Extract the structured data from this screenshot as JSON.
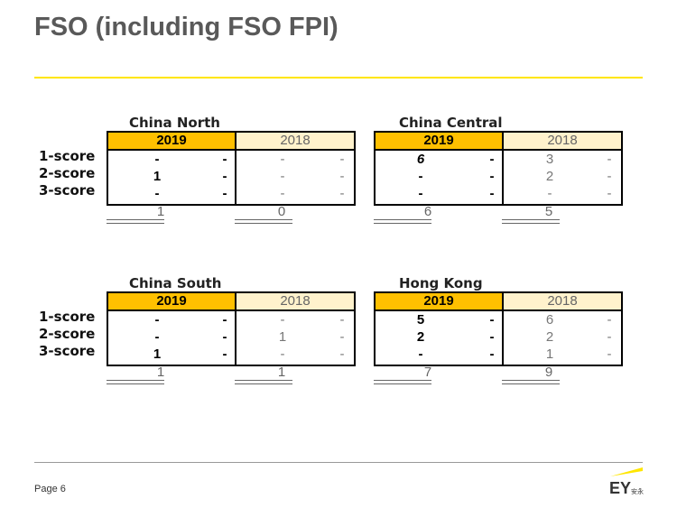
{
  "title": "FSO (including FSO FPI)",
  "footer": {
    "page": "Page 6",
    "logo": "EY 安永"
  },
  "row_labels": [
    "1-score",
    "2-score",
    "3-score"
  ],
  "year_current": "2019",
  "year_prior": "2018",
  "colors": {
    "accent": "#ffc000",
    "prior_header": "#fff2cc",
    "rule": "#ffe600"
  },
  "regions": [
    {
      "name": "China North",
      "y2019": [
        "-",
        "1",
        "-"
      ],
      "y2019_b": [
        "-",
        "-",
        "-"
      ],
      "y2018": [
        "-",
        "-",
        "-"
      ],
      "y2018_b": [
        "-",
        "-",
        "-"
      ],
      "total2019": "1",
      "total2018": "0"
    },
    {
      "name": "China Central",
      "y2019": [
        "6",
        "-",
        "-"
      ],
      "y2019_b": [
        "-",
        "-",
        "-"
      ],
      "y2018": [
        "3",
        "2",
        "-"
      ],
      "y2018_b": [
        "-",
        "-",
        "-"
      ],
      "total2019": "6",
      "total2018": "5"
    },
    {
      "name": "China South",
      "y2019": [
        "-",
        "-",
        "1"
      ],
      "y2019_b": [
        "-",
        "-",
        "-"
      ],
      "y2018": [
        "-",
        "1",
        "-"
      ],
      "y2018_b": [
        "-",
        "-",
        "-"
      ],
      "total2019": "1",
      "total2018": "1"
    },
    {
      "name": "Hong Kong",
      "y2019": [
        "5",
        "2",
        "-"
      ],
      "y2019_b": [
        "-",
        "-",
        "-"
      ],
      "y2018": [
        "6",
        "2",
        "1"
      ],
      "y2018_b": [
        "-",
        "-",
        "-"
      ],
      "total2019": "7",
      "total2018": "9"
    }
  ]
}
